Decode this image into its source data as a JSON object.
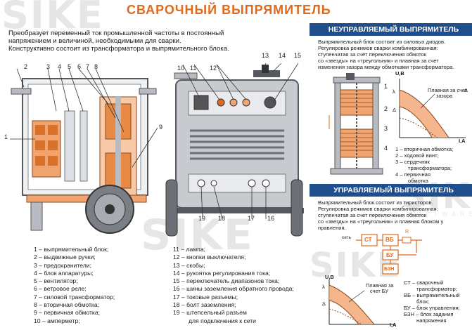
{
  "watermark": {
    "brand": "SIKE",
    "sub": "SOFTWARE"
  },
  "title": "СВАРОЧНЫЙ ВЫПРЯМИТЕЛЬ",
  "description": [
    "Преобразует переменный ток промышленной частоты в постоянный",
    "напряжением и величиной, необходимыми для сварки.",
    "Конструктивно состоит из трансформатора и выпрямительного блока."
  ],
  "callouts": {
    "left_top": [
      "2",
      "3",
      "4",
      "5",
      "6",
      "7",
      "8"
    ],
    "left_side": [
      "1",
      "9"
    ],
    "mid_top": [
      "10",
      "11",
      "12",
      "13",
      "14",
      "15"
    ],
    "mid_bottom": [
      "19",
      "18",
      "17",
      "16"
    ]
  },
  "legend_left": [
    "1 – выпрямительный блок;",
    "2 – выдвижные ручки;",
    "3 – предохранители;",
    "4 – блок аппаратуры;",
    "5 – вентилятор;",
    "6 – ветровое реле;",
    "7 – силовой трансформатор;",
    "8 – вторичная обмотка;",
    "9 – первичная обмотка;",
    "10 – амперметр;"
  ],
  "legend_right": [
    "11 – лампа;",
    "12 – кнопки выключателя;",
    "13 – скобы;",
    "14 – рукоятка регулирования тока;",
    "15 – переключатель диапазонов тока;",
    "16 – шины заземления обратного провода;",
    "17 – токовые разъемы;",
    "18 – болт заземления;",
    "19 – штепсельный разъем",
    "для подключения к сети"
  ],
  "uncontrolled": {
    "header": "НЕУПРАВЛЯЕМЫЙ ВЫПРЯМИТЕЛЬ",
    "text": [
      "Выпрямительный блок состоит из силовых диодов.",
      "Регулировка режимов сварки комбинированная:",
      "ступенчатая за счет переключения обмоток",
      "со «звезды» на «треугольник» и плавная за счет",
      "изменения зазора между обмотками трансформатора."
    ],
    "graph_labels": {
      "y": "U,B",
      "x": "I,A",
      "note_1": "Плавная за счет",
      "note_2": "зазора",
      "delta": "Δ",
      "lambda": "λ"
    },
    "callouts": [
      "1",
      "2",
      "3",
      "4"
    ],
    "legend": [
      "1 – вторичная обмотка;",
      "2 – ходовой винт;",
      "3 – сердечник",
      "трансформатора;",
      "4 – первичная",
      "обмотка"
    ]
  },
  "controlled": {
    "header": "УПРАВЛЯЕМЫЙ ВЫПРЯМИТЕЛЬ",
    "text": [
      "Выпрямительный блок состоит из тиристоров.",
      "Регулировка режимов сварки комбинированная:",
      "ступенчатая за счет переключения обмоток",
      "со «звезды» на «треугольник» и плавная блоком у",
      "правления."
    ],
    "schema": {
      "net": "сеть",
      "st": "СТ",
      "vb": "ВБ",
      "bu": "БУ",
      "bzn": "БЗН",
      "r": "R"
    },
    "graph_labels": {
      "y": "U,B",
      "x": "I,A",
      "note_1": "Плавная за",
      "note_2": "счет БУ",
      "delta": "Δ",
      "lambda": "λ"
    },
    "legend": [
      "СТ – сварочный",
      "трансформатор;",
      "ВБ – выпрямительный",
      "блок;",
      "БУ – блок управления;",
      "БЗН – блок задания",
      "напряжения"
    ]
  },
  "colors": {
    "accent": "#e06a1b",
    "header": "#1f4e8c",
    "orange_part": "#f2a470",
    "steel": "#b8bcc2",
    "dark": "#555a60"
  }
}
